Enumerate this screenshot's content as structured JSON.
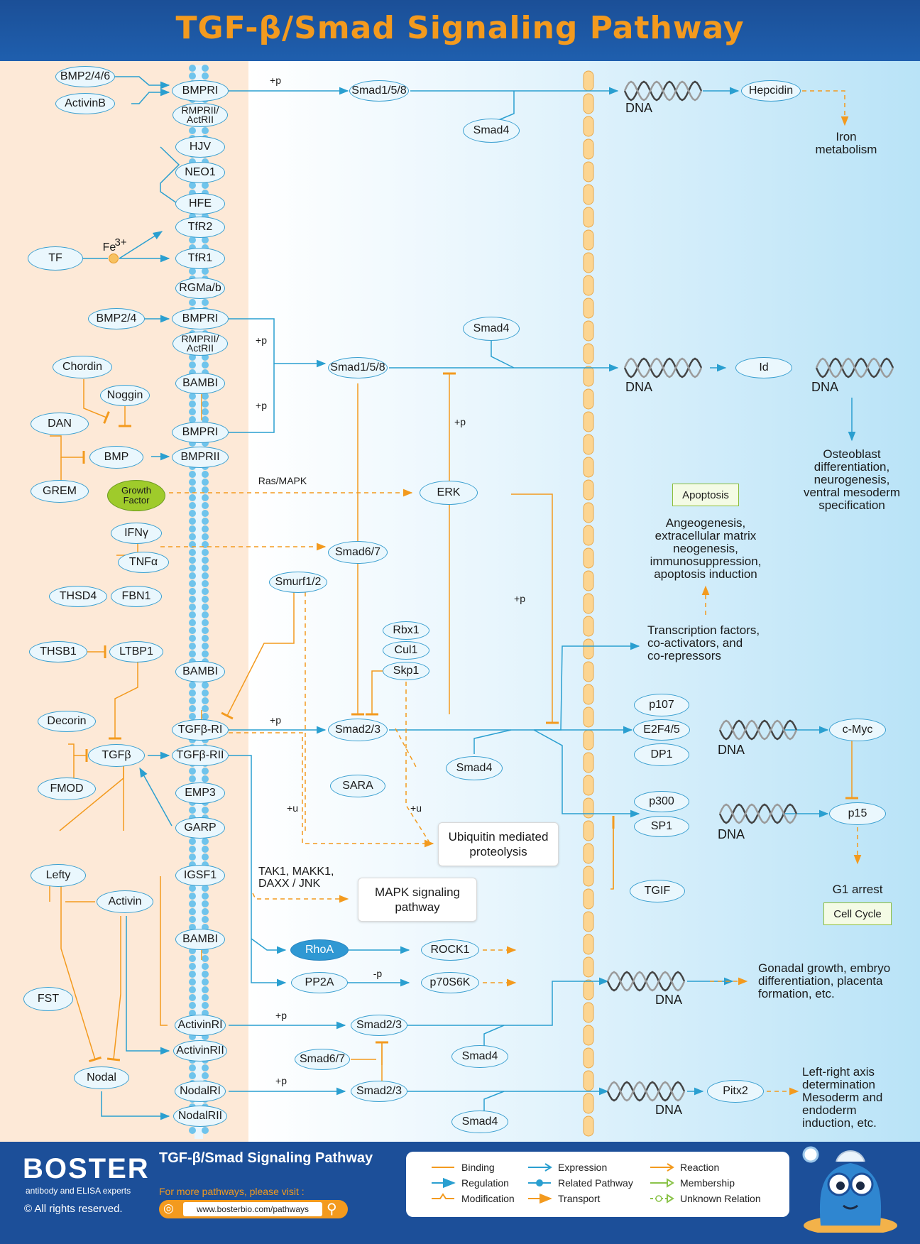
{
  "title": "TGF-β/Smad Signaling Pathway",
  "nodes": {
    "bmp246": "BMP2/4/6",
    "activinB": "ActivinB",
    "bmpri_1": "BMPRI",
    "rmprii_1": "RMPRII/\nActRII",
    "smad158_1": "Smad1/5/8",
    "smad4_1": "Smad4",
    "dna_1": "DNA",
    "hepcidin": "Hepcidin",
    "iron": "Iron\nmetabolism",
    "hjv": "HJV",
    "neo1": "NEO1",
    "hfe": "HFE",
    "tfr2": "TfR2",
    "tf": "TF",
    "fe": "Fe",
    "fe_sup": "3+",
    "tfr1": "TfR1",
    "rgma": "RGMa/b",
    "bmp24": "BMP2/4",
    "bmpri_2": "BMPRI",
    "rmprii_2": "RMPRII/\nActRII",
    "smad4_2": "Smad4",
    "smad158_2": "Smad1/5/8",
    "dna_2": "DNA",
    "id": "Id",
    "dna_3": "DNA",
    "chordin": "Chordin",
    "noggin": "Noggin",
    "bambi_1": "BAMBI",
    "dan": "DAN",
    "bmpri_3": "BMPRI",
    "bmp": "BMP",
    "bmprii": "BMPRII",
    "grem": "GREM",
    "growth": "Growth\nFactor",
    "erk": "ERK",
    "osteo": "Osteoblast\ndifferentiation,\nneurogenesis,\nventral mesoderm\nspecification",
    "apoptosis": "Apoptosis",
    "angeo": "Angeogenesis,\nextracellular matrix\nneogenesis,\nimmunosuppression,\napoptosis induction",
    "ifng": "IFNγ",
    "smad67_1": "Smad6/7",
    "tnfa": "TNFα",
    "smurf": "Smurf1/2",
    "thsd4": "THSD4",
    "fbn1": "FBN1",
    "rbx1": "Rbx1",
    "cul1": "Cul1",
    "thsb1": "THSB1",
    "ltbp1": "LTBP1",
    "skp1": "Skp1",
    "bambi_2": "BAMBI",
    "tfact": "Transcription factors,\nco-activators, and\nco-repressors",
    "p107": "p107",
    "decorin": "Decorin",
    "tgfbri": "TGFβ-RI",
    "smad23_1": "Smad2/3",
    "e2f45": "E2F4/5",
    "dna_4": "DNA",
    "cmyc": "c-Myc",
    "tgfb": "TGFβ",
    "tgfbrii": "TGFβ-RII",
    "dp1": "DP1",
    "smad4_3": "Smad4",
    "fmod": "FMOD",
    "emp3": "EMP3",
    "sara": "SARA",
    "p300": "p300",
    "sp1": "SP1",
    "dna_5": "DNA",
    "p15": "p15",
    "garp": "GARP",
    "ubiq": "Ubiquitin mediated\nproteolysis",
    "lefty": "Lefty",
    "igsf1": "IGSF1",
    "tak": "TAK1, MAKK1,\nDAXX / JNK",
    "mapk": "MAPK signaling\npathway",
    "tgif": "TGIF",
    "g1": "G1 arrest",
    "cellcycle": "Cell Cycle",
    "activin": "Activin",
    "bambi_3": "BAMBI",
    "rhoa": "RhoA",
    "rock1": "ROCK1",
    "fst": "FST",
    "pp2a": "PP2A",
    "p70": "p70S6K",
    "dna_6": "DNA",
    "gonadal": "Gonadal growth, embryo\ndifferentiation, placenta\nformation, etc.",
    "activinri": "ActivinRI",
    "smad23_2": "Smad2/3",
    "smad4_4": "Smad4",
    "activinrii": "ActivinRII",
    "smad67_2": "Smad6/7",
    "nodal": "Nodal",
    "nodalri": "NodalRI",
    "smad23_3": "Smad2/3",
    "dna_7": "DNA",
    "pitx2": "Pitx2",
    "smad4_5": "Smad4",
    "nodalrii": "NodalRII",
    "leftright": "Left-right axis\ndetermination\nMesoderm and\nendoderm\ninduction, etc."
  },
  "edge_labels": {
    "p1": "+p",
    "p2": "+p",
    "p3": "+p",
    "p4": "+p",
    "p5": "+p",
    "p6": "+p",
    "p7": "+p",
    "p8": "+p",
    "ras": "Ras/MAPK",
    "u1": "+u",
    "u2": "+u",
    "mp": "-p"
  },
  "footer": {
    "logo": "BOSTER",
    "logo_sub": "antibody and ELISA experts",
    "rights": "© All rights reserved.",
    "title": "TGF-β/Smad Signaling Pathway",
    "visit": "For more pathways, please visit :",
    "url": "www.bosterbio.com/pathways"
  },
  "legend": {
    "binding": "Binding",
    "regulation": "Regulation",
    "modification": "Modification",
    "expression": "Expression",
    "related": "Related Pathway",
    "transport": "Transport",
    "reaction": "Reaction",
    "membership": "Membership",
    "unknown": "Unknown Relation"
  },
  "colors": {
    "regulation": "#2a9fd0",
    "binding": "#f39a1e",
    "node_fill": "#e8f6fd",
    "node_stroke": "#3a9fd0"
  }
}
